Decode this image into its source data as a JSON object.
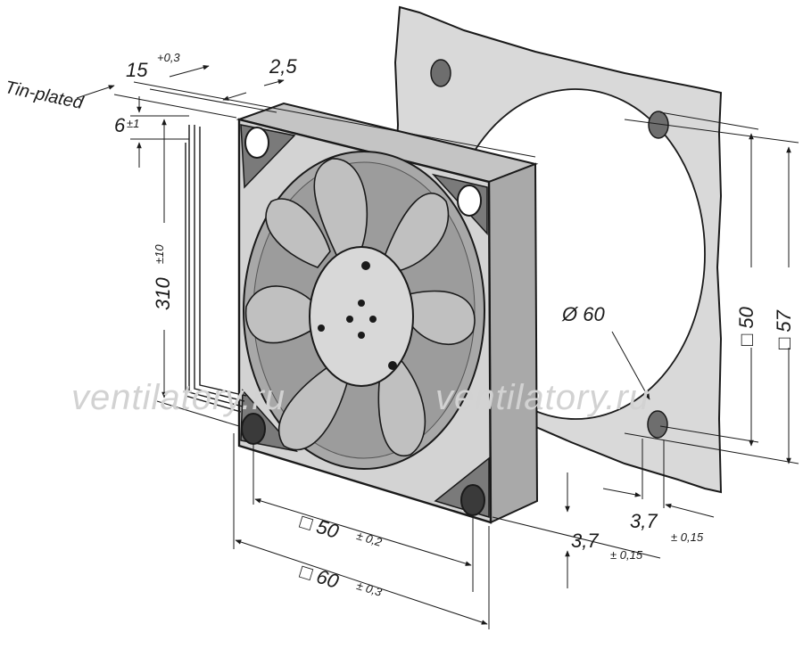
{
  "labels": {
    "tin_plated": "Tin-plated",
    "dim_15": "15",
    "tol_15": "+0,3",
    "dim_2_5": "2,5",
    "dim_6": "6",
    "tol_6": "±1",
    "dim_310": "310",
    "tol_310": "±10",
    "dim_d60": "Ø 60",
    "dim_sq50_right": "□ 50",
    "dim_sq57_right": "□ 57",
    "dim_sq50_bottom": "□ 50",
    "tol_50_bottom": "± 0,2",
    "dim_sq60_bottom": "□ 60",
    "tol_60_bottom": "± 0,3",
    "dim_3_7_a": "3,7",
    "tol_3_7_a": "± 0,15",
    "dim_3_7_b": "3,7",
    "tol_3_7_b": "± 0,15"
  },
  "watermark": {
    "left": "ventilatory.ru",
    "right": "ventilatory.ru"
  },
  "colors": {
    "line": "#1a1a1a",
    "fan_body": "#cfcfcf",
    "fan_dark": "#8f8f8f",
    "blade": "#bdbdbd",
    "gasket": "#d9d9d9",
    "watermark": "#d2d2d2"
  }
}
